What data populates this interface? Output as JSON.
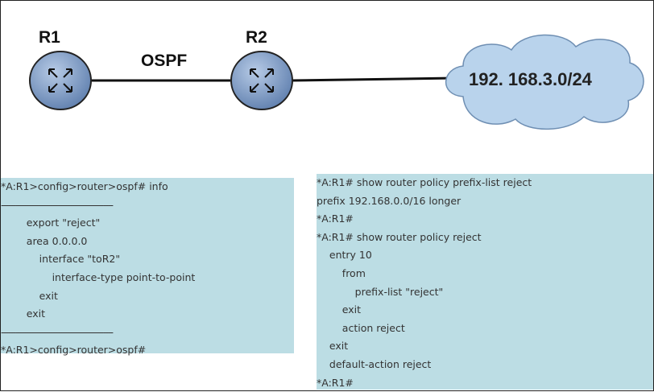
{
  "topology": {
    "r1_label": "R1",
    "r2_label": "R2",
    "link_label": "OSPF",
    "network_label": "192. 168.3.0/24",
    "colors": {
      "router": "#7f9fc6",
      "cloud": "#b9d3ec",
      "panel": "#bcdde4"
    }
  },
  "left_panel": {
    "lines": [
      "*A:R1>config>router>ospf# info",
      "----------------------------------------------",
      "        export \"reject\"",
      "        area 0.0.0.0",
      "            interface \"toR2\"",
      "                interface-type point-to-point",
      "            exit",
      "        exit",
      "----------------------------------------------",
      "*A:R1>config>router>ospf#"
    ]
  },
  "right_panel": {
    "lines": [
      "*A:R1# show router policy prefix-list reject",
      "prefix 192.168.0.0/16 longer",
      "*A:R1#",
      "*A:R1# show router policy reject",
      "    entry 10",
      "        from",
      "            prefix-list \"reject\"",
      "        exit",
      "        action reject",
      "    exit",
      "    default-action reject",
      "*A:R1#"
    ]
  }
}
